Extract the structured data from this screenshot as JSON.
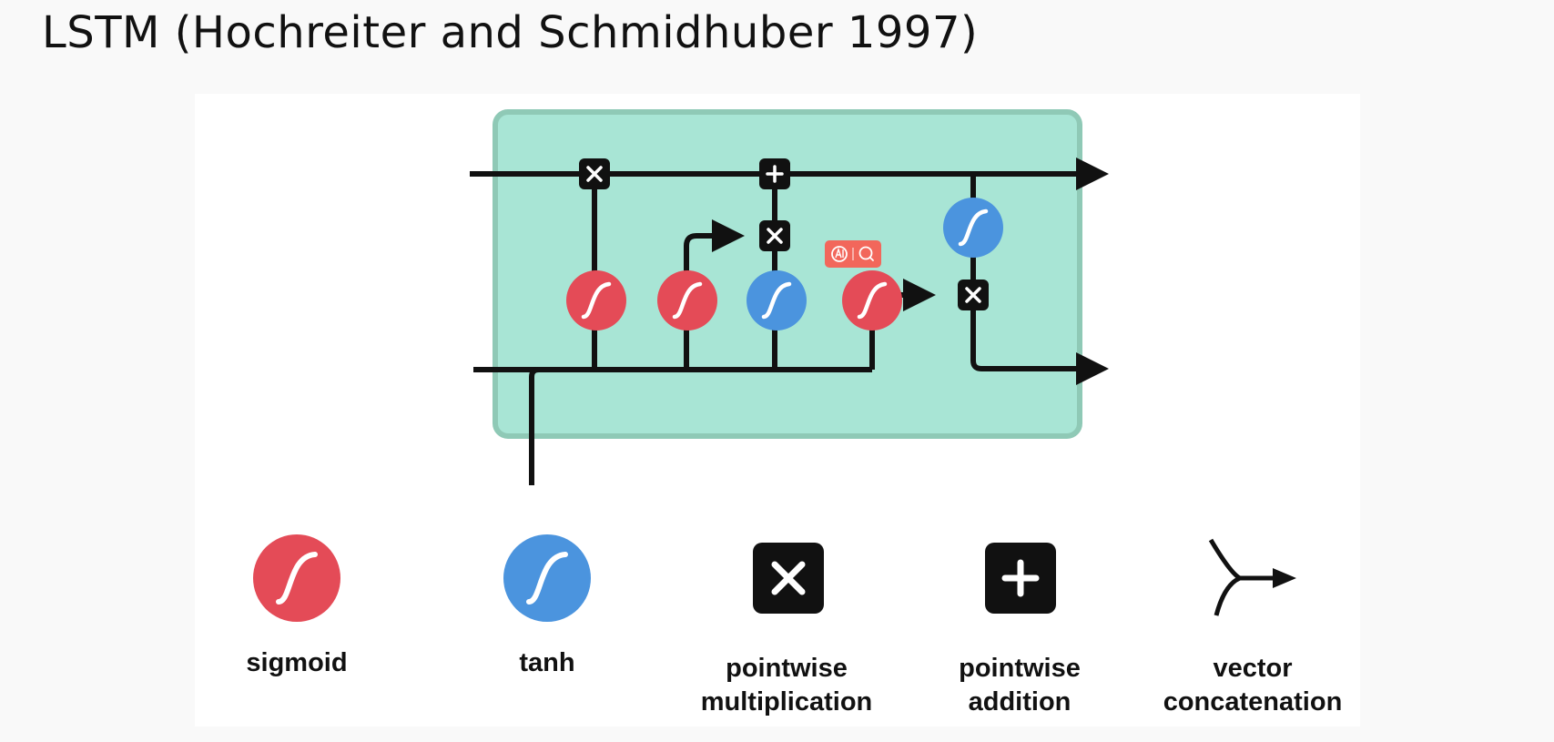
{
  "title": "LSTM (Hochreiter and Schmidhuber 1997)",
  "colors": {
    "background": "#f9f9f9",
    "panel": "#ffffff",
    "cell_fill": "#a8e5d5",
    "cell_border": "#8fc9b6",
    "sigmoid": "#e44b57",
    "tanh": "#4b94de",
    "operator": "#111111",
    "ai_badge": "#f2675b"
  },
  "diagram": {
    "gates": [
      {
        "id": "forget-gate",
        "kind": "sigmoid"
      },
      {
        "id": "input-gate",
        "kind": "sigmoid"
      },
      {
        "id": "candidate",
        "kind": "tanh"
      },
      {
        "id": "output-gate",
        "kind": "sigmoid"
      },
      {
        "id": "cell-state-activation",
        "kind": "tanh"
      }
    ],
    "operators": [
      {
        "id": "forget-multiply",
        "symbol": "X"
      },
      {
        "id": "cell-add",
        "symbol": "+"
      },
      {
        "id": "input-multiply",
        "symbol": "X"
      },
      {
        "id": "output-multiply",
        "symbol": "X"
      }
    ]
  },
  "legend": [
    {
      "id": "sigmoid",
      "icon": "sigmoid-icon",
      "label": "sigmoid"
    },
    {
      "id": "tanh",
      "icon": "tanh-icon",
      "label": "tanh"
    },
    {
      "id": "multiply",
      "icon": "multiply-icon",
      "label": "pointwise\nmultiplication"
    },
    {
      "id": "add",
      "icon": "plus-icon",
      "label": "pointwise\naddition"
    },
    {
      "id": "concat",
      "icon": "vector-concatenation-icon",
      "label": "vector\nconcatenation"
    }
  ],
  "overlay": {
    "icon": "ai-search-icon"
  }
}
